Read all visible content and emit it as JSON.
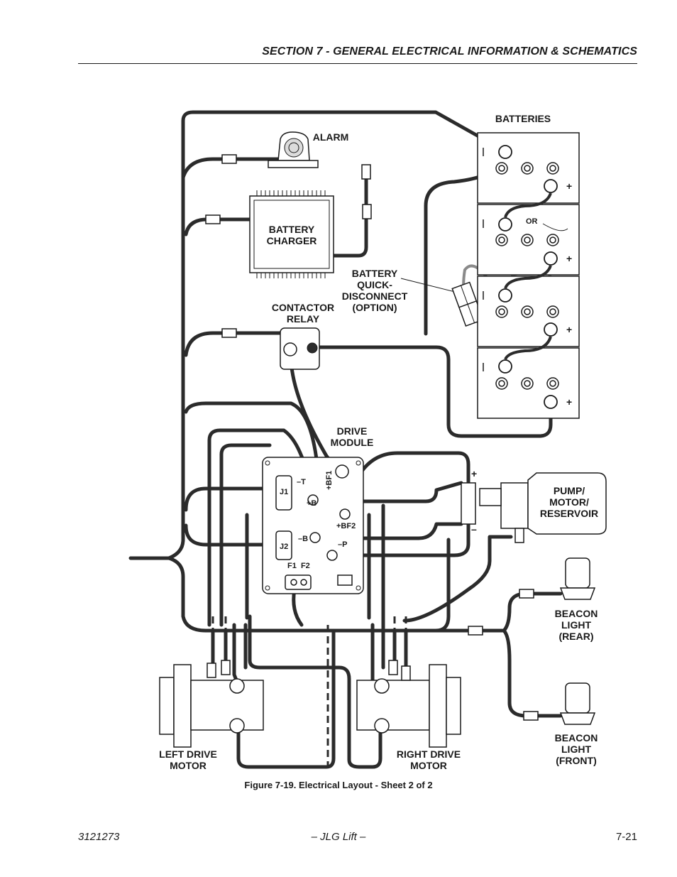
{
  "header": {
    "section_title": "SECTION 7 - GENERAL ELECTRICAL INFORMATION & SCHEMATICS"
  },
  "diagram": {
    "labels": {
      "batteries": "BATTERIES",
      "alarm": "ALARM",
      "battery_charger": [
        "BATTERY",
        "CHARGER"
      ],
      "battery_quick_disconnect": [
        "BATTERY",
        "QUICK-",
        "DISCONNECT",
        "(OPTION)"
      ],
      "contactor_relay": [
        "CONTACTOR",
        "RELAY"
      ],
      "drive_module": [
        "DRIVE",
        "MODULE"
      ],
      "pump_motor_reservoir": [
        "PUMP/",
        "MOTOR/",
        "RESERVOIR"
      ],
      "beacon_rear": [
        "BEACON",
        "LIGHT",
        "(REAR)"
      ],
      "beacon_front": [
        "BEACON",
        "LIGHT",
        "(FRONT)"
      ],
      "left_drive_motor": [
        "LEFT DRIVE",
        "MOTOR"
      ],
      "right_drive_motor": [
        "RIGHT DRIVE",
        "MOTOR"
      ],
      "or": "OR",
      "plus": "+",
      "minus": "–"
    },
    "terminals": {
      "minus_t": "–T",
      "plus_bf1": "+BF1",
      "plus_b": "+B",
      "plus_bf2": "+BF2",
      "minus_b": "–B",
      "minus_p": "–P",
      "j1": "J1",
      "j2": "J2",
      "f1_f2": "F1  F2"
    }
  },
  "caption": "Figure 7-19. Electrical Layout - Sheet 2 of 2",
  "footer": {
    "doc_number": "3121273",
    "brand": "– JLG Lift –",
    "page": "7-21"
  },
  "colors": {
    "wire": "#2b2b2b",
    "quick_disconnect_wire": "#8a8a8a",
    "outline": "#1a1a1a"
  }
}
